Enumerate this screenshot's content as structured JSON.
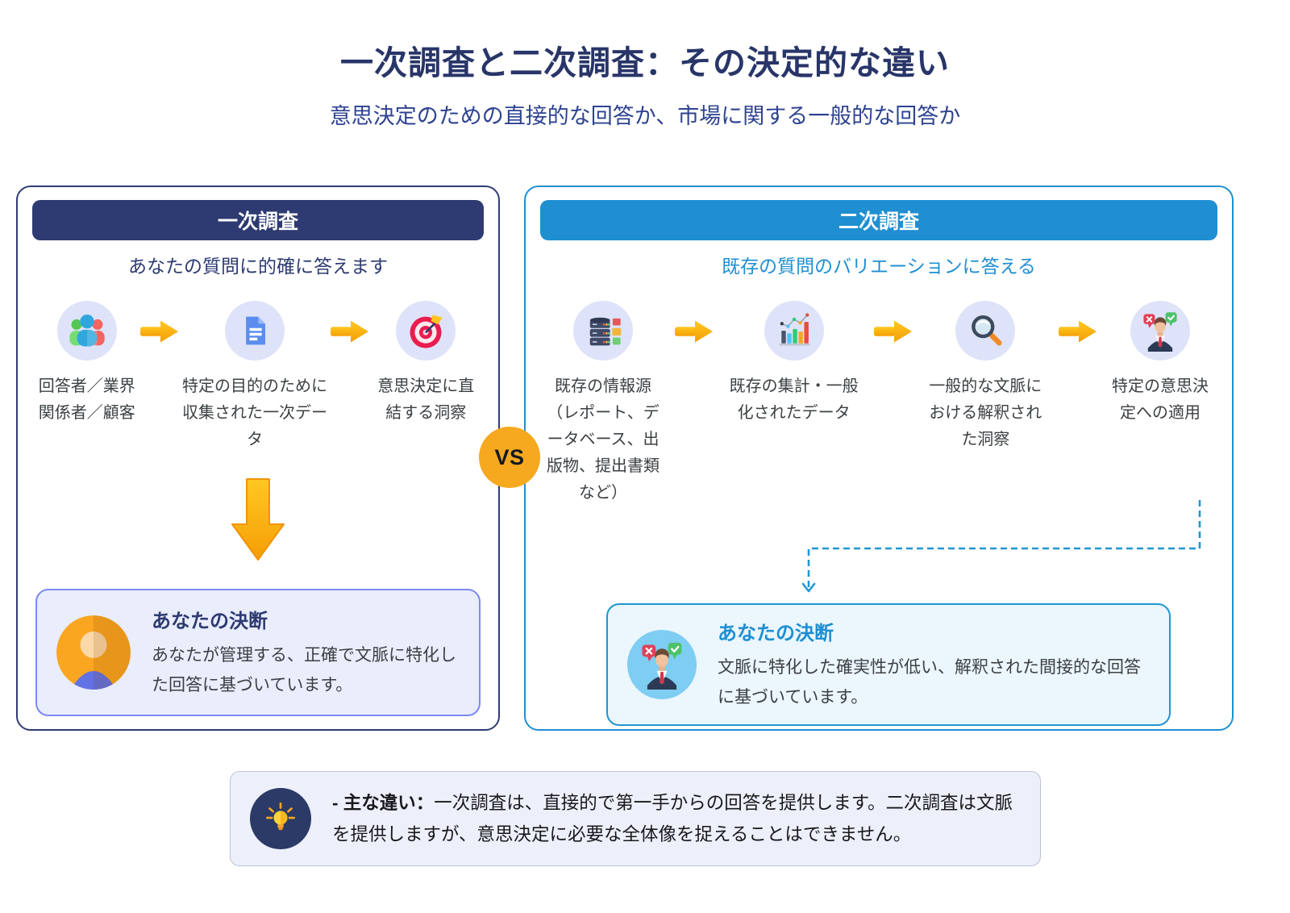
{
  "header": {
    "title": "一次調査と二次調査：その決定的な違い",
    "subtitle": "意思決定のための直接的な回答か、市場に関する一般的な回答か"
  },
  "vs_label": "VS",
  "primary": {
    "header": "一次調査",
    "tagline": "あなたの質問に的確に答えます",
    "steps": [
      {
        "icon": "people-icon",
        "label": "回答者／業界関係者／顧客"
      },
      {
        "icon": "document-icon",
        "label": "特定の目的のために収集された一次データ"
      },
      {
        "icon": "target-icon",
        "label": "意思決定に直結する洞察"
      }
    ],
    "decision": {
      "icon": "user-avatar-icon",
      "title": "あなたの決断",
      "body": "あなたが管理する、正確で文脈に特化した回答に基づいています。"
    }
  },
  "secondary": {
    "header": "二次調査",
    "tagline": "既存の質問のバリエーションに答える",
    "steps": [
      {
        "icon": "database-icon",
        "label": "既存の情報源（レポート、データベース、出版物、提出書類など）"
      },
      {
        "icon": "bar-chart-icon",
        "label": "既存の集計・一般化されたデータ"
      },
      {
        "icon": "magnifier-icon",
        "label": "一般的な文脈における解釈された洞察"
      },
      {
        "icon": "decision-person-icon",
        "label": "特定の意思決定への適用"
      }
    ],
    "decision": {
      "icon": "decision-person-icon",
      "title": "あなたの決断",
      "body": "文脈に特化した確実性が低い、解釈された間接的な回答に基づいています。"
    }
  },
  "key_difference": {
    "icon": "lightbulb-icon",
    "label": "- 主な違い：",
    "body": "一次調査は、直接的で第一手からの回答を提供します。二次調査は文脈を提供しますが、意思決定に必要な全体像を捉えることはできません。"
  },
  "colors": {
    "title_navy": "#283569",
    "primary_navy": "#2e3b72",
    "secondary_blue": "#1f8fd2",
    "vs_orange": "#f6a81f",
    "arrow_gold": "#fcb61a",
    "icon_circle_lavender": "#dee3f9",
    "primary_decision_bg": "#e9edfc",
    "secondary_decision_bg": "#ebf6fd",
    "key_box_bg": "#edf0fa"
  }
}
